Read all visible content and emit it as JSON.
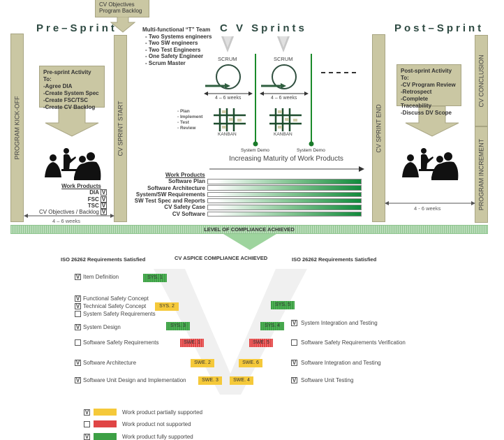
{
  "top_box": "CV Objectives\nProgram Backlog",
  "pre_sprint": {
    "title": "Pre–Sprint",
    "kickoff": "PROGRAM KICK-OFF",
    "sprint_start": "CV SPRINT START",
    "activity_title": "Pre-sprint Activity To:",
    "activities": [
      "-Agree DIA",
      "-Create System Spec",
      "-Create FSC/TSC",
      "-Create CV Backlog"
    ],
    "wp_title": "Work Products",
    "work_products": [
      "DIA",
      "FSC",
      "TSC",
      "CV Objectives /  Backlog"
    ],
    "check": "V",
    "duration": "4 – 6 weeks"
  },
  "sprints": {
    "title": "C V  Sprints",
    "team_title": "Multi-functional “T” Team",
    "team": [
      "- Two Systems engineers",
      "- Two SW engineers",
      "- Two Test Engineers",
      "- One Safety Engineer",
      "- Scrum Master"
    ],
    "scrum": "SCRUM",
    "duration": "4 – 6 weeks",
    "steps": [
      "- Plan",
      "- Implement",
      "- Test",
      "- Review"
    ],
    "kanban": "KANBAN",
    "demo": "System Demo",
    "maturity": "Increasing Maturity of Work Products",
    "wp_title": "Work Products",
    "work_products": [
      "Software Plan",
      "Software Architecture",
      "System/SW Requirements",
      "SW Test Spec and Reports",
      "CV Safety Case",
      "CV Software"
    ]
  },
  "post_sprint": {
    "title": "Post–Sprint",
    "sprint_end": "CV SPRINT END",
    "conclusion": "CV CONCLUSION",
    "increment": "PROGRAM INCREMENT",
    "activity_title": "Post-sprint Activity To:",
    "activities": [
      "-CV Program Review",
      "-Retrospect",
      "-Complete Traceability",
      "-Discuss DV Scope"
    ],
    "duration": "4 - 6 weeks"
  },
  "compliance": {
    "band": "LEVEL OF COMPLIANCE ACHIEVED",
    "left_header": "ISO 26262 Requirements Satisfied",
    "center_header": "CV ASPICE COMPLIANCE ACHIEVED",
    "right_header": "ISO 26262 Requirements Satisfied",
    "left_rows": [
      {
        "label": "Item Definition",
        "checked": "V"
      },
      {
        "label": "Functional Safety Concept",
        "checked": "V"
      },
      {
        "label": "Technical Safety Concept",
        "checked": "V"
      },
      {
        "label": "System Safety Requirements",
        "checked": ""
      },
      {
        "label": "System Design",
        "checked": "V"
      },
      {
        "label": "Software Safety Requirements",
        "checked": ""
      },
      {
        "label": "Software Architecture",
        "checked": "V"
      },
      {
        "label": "Software Unit Design and Implementation",
        "checked": "V"
      }
    ],
    "right_rows": [
      {
        "label": "System Integration and Testing",
        "checked": "V"
      },
      {
        "label": "Software Safety Requirements Verification",
        "checked": ""
      },
      {
        "label": "Software Integration and Testing",
        "checked": "V"
      },
      {
        "label": "Software Unit Testing",
        "checked": "V"
      }
    ],
    "badges": {
      "sys1": "SYS. 1",
      "sys2": "SYS. 2",
      "sys3": "SYS. 3",
      "sys4": "SYS. 4",
      "sys5": "SYS. 5",
      "swe1": "SWE. 1",
      "swe2": "SWE. 2",
      "swe3": "SWE. 3",
      "swe4": "SWE. 4",
      "swe5": "SWE. 5",
      "swe6": "SWE. 6"
    }
  },
  "legend": [
    {
      "label": "Work product partially supported",
      "checked": "V",
      "color": "#f5c93a"
    },
    {
      "label": "Work product not supported",
      "checked": "",
      "color": "#e04545"
    },
    {
      "label": "Work product fully supported",
      "checked": "V",
      "color": "#3da045"
    }
  ]
}
